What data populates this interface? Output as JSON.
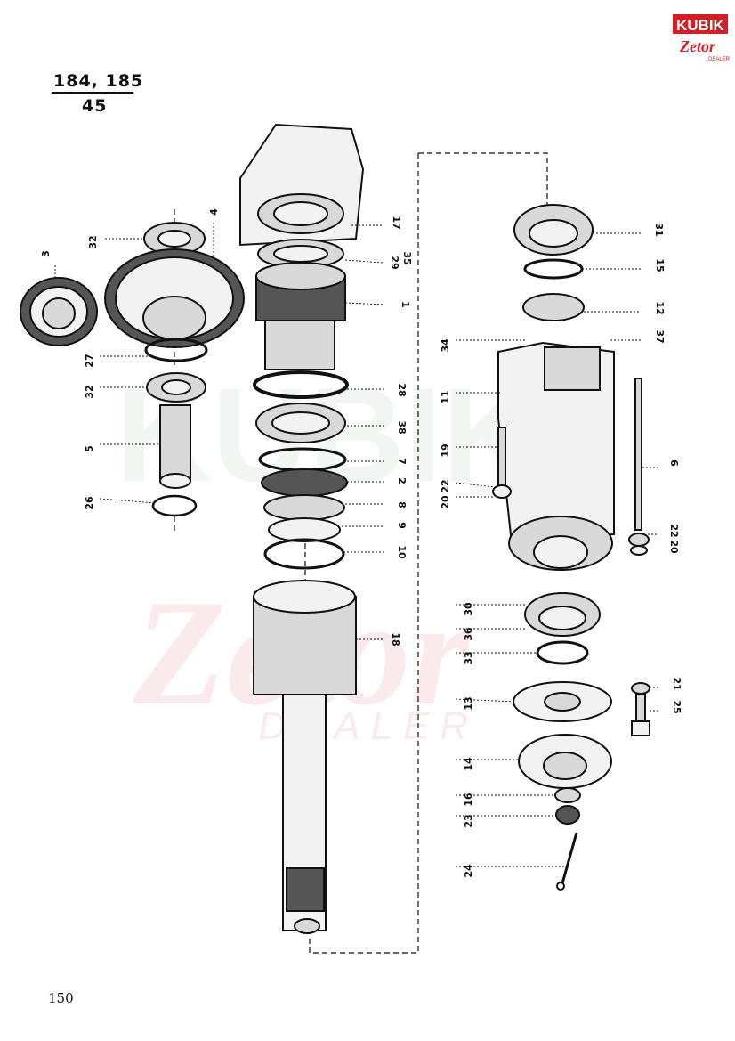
{
  "header": {
    "models": "184, 185",
    "group": "45"
  },
  "page_number": "150",
  "logo": {
    "brand": "KUBIK",
    "sub": "Zetor",
    "tag": "DEALER",
    "brand_color": "#d21f26"
  },
  "watermark": {
    "word1": "KUBIK",
    "word2": "Zetor",
    "word3": "DEALER",
    "color": "#f4d6d8"
  },
  "callouts": [
    {
      "num": "3"
    },
    {
      "num": "32"
    },
    {
      "num": "4"
    },
    {
      "num": "27"
    },
    {
      "num": "32"
    },
    {
      "num": "5"
    },
    {
      "num": "26"
    },
    {
      "num": "17"
    },
    {
      "num": "29"
    },
    {
      "num": "35"
    },
    {
      "num": "1"
    },
    {
      "num": "28"
    },
    {
      "num": "38"
    },
    {
      "num": "7"
    },
    {
      "num": "2"
    },
    {
      "num": "8"
    },
    {
      "num": "9"
    },
    {
      "num": "10"
    },
    {
      "num": "18"
    },
    {
      "num": "31"
    },
    {
      "num": "15"
    },
    {
      "num": "12"
    },
    {
      "num": "34"
    },
    {
      "num": "37"
    },
    {
      "num": "11"
    },
    {
      "num": "19"
    },
    {
      "num": "6"
    },
    {
      "num": "22"
    },
    {
      "num": "20"
    },
    {
      "num": "22"
    },
    {
      "num": "20"
    },
    {
      "num": "30"
    },
    {
      "num": "36"
    },
    {
      "num": "33"
    },
    {
      "num": "13"
    },
    {
      "num": "21"
    },
    {
      "num": "25"
    },
    {
      "num": "14"
    },
    {
      "num": "16"
    },
    {
      "num": "23"
    },
    {
      "num": "24"
    }
  ]
}
